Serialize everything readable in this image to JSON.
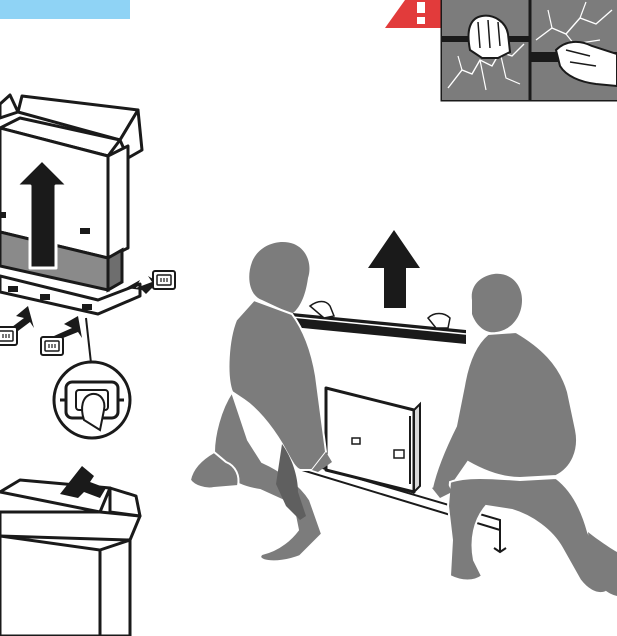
{
  "colors": {
    "tag": "#8fd3f5",
    "warning": "#e23b3b",
    "figure": "#7c7c7c",
    "figure_dark": "#5f5f5f",
    "box_shade": "#8a8a8a",
    "arrow": "#1a1a1a",
    "outline": "#1a1a1a"
  },
  "icons": {
    "warning": "warning-triangle-icon",
    "lift_arrow": "arrow-up-icon",
    "remove_clip": "arrow-down-left-icon",
    "clip": "clip-icon"
  },
  "steps": [
    {
      "id": "lift-box-off-pallet"
    },
    {
      "id": "do-not-hold-screen-warning"
    },
    {
      "id": "two-people-lift-tv"
    },
    {
      "id": "repack-box"
    }
  ]
}
